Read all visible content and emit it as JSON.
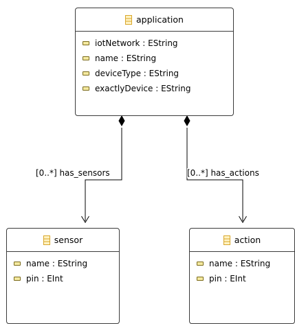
{
  "classes": {
    "application": {
      "name": "application",
      "attributes": [
        "iotNetwork : EString",
        "name : EString",
        "deviceType : EString",
        "exactlyDevice : EString"
      ]
    },
    "sensor": {
      "name": "sensor",
      "attributes": [
        "name : EString",
        "pin : EInt"
      ]
    },
    "action": {
      "name": "action",
      "attributes": [
        "name : EString",
        "pin : EInt"
      ]
    }
  },
  "references": {
    "has_sensors": "[0..*] has_sensors",
    "has_actions": "[0..*] has_actions"
  },
  "colors": {
    "class_icon": "#d9a62a",
    "attribute_icon": "#f4e9a0",
    "border": "#3a3a3a"
  }
}
